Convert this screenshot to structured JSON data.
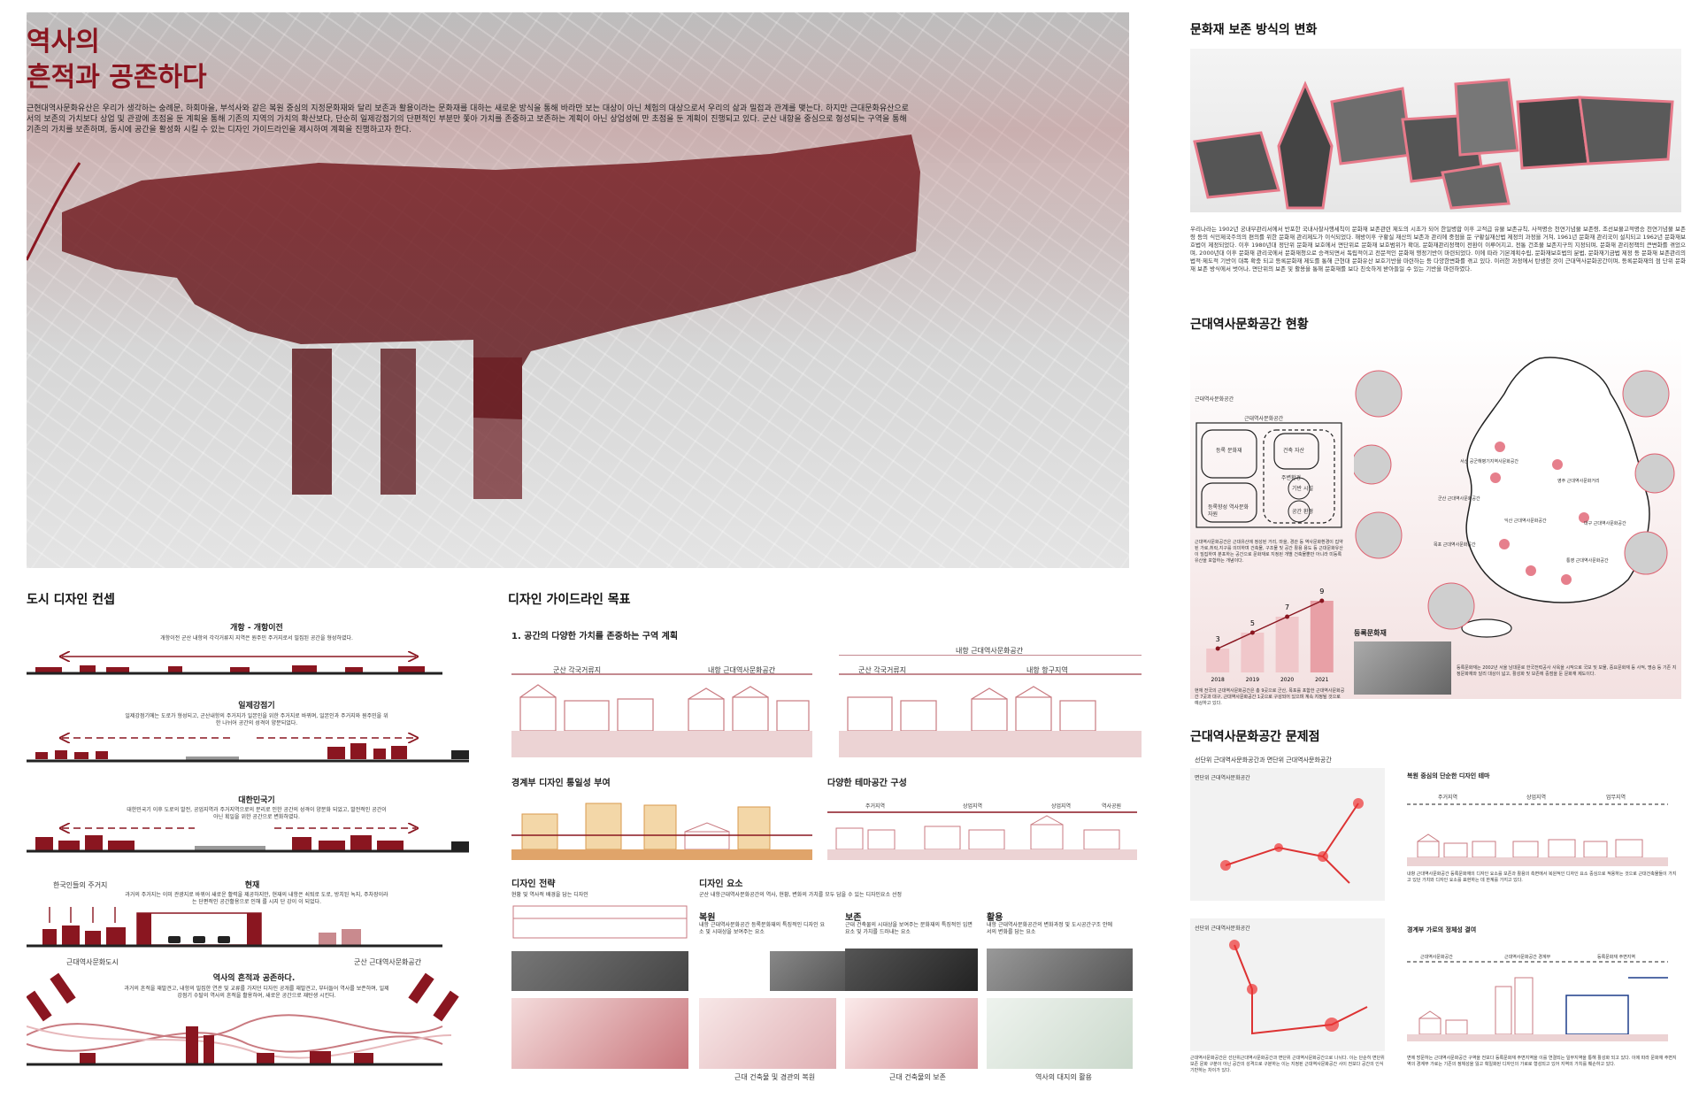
{
  "hero": {
    "title_line1": "역사의",
    "title_line2": "흔적과 공존하다",
    "description": "근현대역사문화유산은 우리가 생각하는 숭례문, 하회마을, 부석사와 같은 복원 중심의 지정문화재와 달리 보존과 활용이라는 문화재를 대하는 새로운 방식을 통해 바라만 보는 대상이 아닌 체험의 대상으로서 우리의 삶과 밀접과 관계를 맺는다. 하지만 근대문화유산으로서의 보존의 가치보다 상업 및 관광에 초점을 둔 계획을 통해 기존의 지역의 가치의 확산보다, 단순히 일제강점기의 단편적인 부분만 쫓아 가치를 존중하고 보존하는 계획이 아닌 상업성에 만 초점을 둔 계획이 진행되고 있다. 군산 내항을 중심으로 형성되는 구역을 통해 기존의 가치를 보존하며, 동시에 공간을 활성화 시킬 수 있는 디자인 가이드라인을 제시하여 계획을 진행하고자 한다."
  },
  "urban_concept": {
    "title": "도시 디자인 컨셉",
    "eras": [
      {
        "label": "개항 - 개항이전",
        "text": "개항이전 군산 내항의 각각거류지 지역은 원주민 주거지로서 밀집된 공간을 형성하였다."
      },
      {
        "label": "일제강점기",
        "text": "일제강점기에는 도로가 형성되고, 군산내항의 주거지가 일본인을 위한 주거지로 바뀌며, 일본인과 주거지와 원주민을 위한 나뉘어 공간의 성격이 양분되었다."
      },
      {
        "label": "대한민국기",
        "text": "대한민국기 이후 도로의 발전, 공업지역과 주거지역으로의 분리로 인한 공간의 성격이 양분화 되었고, 발전적인 공간이 아닌 획일을 위한 공간으로 변화하였다."
      },
      {
        "label": "현재",
        "text": "과거의 주거지는 이미 관광지로 바뀌어 새로운 활력을 제공하지만, 현재의 내항은 쇠퇴로 도로, 방치된 녹지, 주차장이라는 단편적인 공간활용으로 인해 를 시지 단 강이 이 되었다."
      },
      {
        "label": "역사의 흔적과 공존하다.",
        "text": "과거의 흔적을 재발견고, 내항의 밀집한 연관 및 교류를 가지던 디자인 공개를 재발견고, 부터들어 역사를 보존하며, 일제강점기 수탈의 역사의 흔적을 활용하여, 새로운 공간으로 재탄생 시킨다."
      }
    ],
    "labels": {
      "korean_residence": "한국인들의 주거지",
      "modern_city": "근대역사문화도시",
      "modern_space": "군산 근대역사문화공간"
    }
  },
  "guideline": {
    "title": "디자인 가이드라인 목표",
    "subtitle": "1. 공간의 다양한 가치를 존중하는 구역 계획",
    "zones": {
      "gunsan_settlement": "군산 각국거류지",
      "naehang_space": "내항 근대역사문화공간",
      "naehang_top": "내항 근대역사문화공간",
      "gunsan_settlement_2": "군산 각국거류지",
      "naehang_port": "내항 항구지역"
    },
    "boundary_title": "경계부 디자인 통일성 부여",
    "theme_title": "다양한 테마공간 구성",
    "theme_tags": [
      "주거지역",
      "상업지역",
      "상업지역",
      "역사공원"
    ],
    "strategy_title": "디자인 전략",
    "strategy_sub": "현황 및 역사적 배경을 담는 디자인",
    "elements_title": "디자인 요소",
    "elements_sub": "군산 내항근대역사문화공간의 역사, 현황, 변화의 가치를 모두 담을 수 있는 디자인요소 선정",
    "restore_title": "복원",
    "restore_text": "내항 근대역사문화공간 등록문화재의 특징적인 디자인 요소 및 시대상을 보여주는 요소",
    "preserve_title": "보존",
    "preserve_text": "근대 건축물의 시대상을 보여주는 문화재의 특징적인 입면 요소 및 가치를 드러내는 요소",
    "utilize_title": "활용",
    "utilize_text": "내항 근대역사문화공간의 변화과정 및 도시공간구조 안에서의 변화를 담는 요소",
    "captions": {
      "restore": "근대 건축물 및 경관의 복원",
      "preserve": "근대 건축물의 보존",
      "utilize": "역사의 대지의 활용"
    }
  },
  "heritage_change": {
    "title": "문화재 보존 방식의 변화",
    "text": "우리나라는 1902년 궁내부관리서에서 반포한 국내사찰사행세칙이 문화재 보존관련 제도의 시초가 되어 한일병합 이후 고적급 유물 보존규칙, 사적명승 천연기념물 보존령, 조선보물고적명승 천연기념물 보존령 등의 식민제국주의의 편의를 위한 문화재 관리제도가 이식되었다. 해방이후 구황실 재산의 보존과 관리에 중점을 둔 구황실재산법 제정의 과정을 거쳐, 1961년 문화재 관리국이 설치되고 1962년 문화재보호법이 제정되었다. 이후 1980년대 정단위 문화재 보호에서 면단위로 문화재 보호범위가 확대, 문화재관리정책이 전환이 이루어지고, 전통 건조물 보존지구의 지정되며, 문화재 관리정책의 큰변화를 겪었으며, 2000년대 이후 문화재 관리국에서 문화재청으로 승격되면서 독립적이고 전문적인 문화재 행정기반이 마련되었다. 이에 따라 기본계획수립, 문화재보호법의 분법, 문화재기금법 제정 등 문화재 보존관리의 법적·제도적 기반이 대폭 확충 되고 등록문화재 제도를 통해 근현대 문화유산 보호기반을 마련하는 등 다양한변화를 겪고 있다. 이러한 과정에서 탄생한 것이 근대역사문화공간이며, 등록문화재의 점 단위 문화재 보존 방식에서 벗어나, 면단위의 보존 및 활용을 통해 문화재를 보다 친숙하게 받아들일 수 있는 기반을 마련하였다."
  },
  "status": {
    "title": "근대역사문화공간 현황",
    "diagram_label": "근대역사문화공간",
    "diagram_inner": "근대역사문화공간",
    "boxes": [
      "등록 문화재",
      "건축 자산",
      "등록향성 역사문화자원",
      "주변환경",
      "기반 시설",
      "공간 환경"
    ],
    "desc": "근대역사문화공간은 근대유산에 정성된 거리, 마을, 경관 등 역사문화환경이 집약된 가로,취락,지구를 의미하며 건축물, 구조물 및 공간 활용 용도 등 근대문화유산이 밀집하여 분포하는 공간으로 문화재로 지정된 개별 건축물뿐만 아니라 미등록 유산을 포함하는 개념이다.",
    "bars": [
      {
        "year": "2018",
        "value": 3
      },
      {
        "year": "2019",
        "value": 5
      },
      {
        "year": "2020",
        "value": 7
      },
      {
        "year": "2021",
        "value": 9
      }
    ],
    "bar_desc": "현재 전국의 근대역사문화공간은 총 9곳으로 군산, 목포를 포함한 근대역사문화공간 7곳과 대구, 근대역사문화공간 1곳으로 구성되어 있으며 계속 지정될 것으로 예상하고 있다.",
    "registered_title": "등록문화재",
    "registered_text": "등록문화재는 2002년 서울 남대문로 한국전력공사 사옥을 시작으로 국보 및 보물, 중요문화재 등 사적, 명승 등 기존 지정문화재와 달리 대상이 넓고, 활성화 및 보존에 중점을 둔 문화재 제도이다.",
    "map_labels": [
      "서산 공군해병기지역사문화공간",
      "군산 근대역사문화공간",
      "영주 근대역사문화거리",
      "목포 근대역사문화공간",
      "대구 근대역사문화공간",
      "익산 근대역사문화공간",
      "통영 근대역사문화공간"
    ]
  },
  "issues": {
    "title": "근대역사문화공간 문제점",
    "sub": "선단위 근대역사문화공간과 면단위 근대역사문화공간",
    "face_label": "면단위 근대역사문화공간",
    "line_label": "선단위 근대역사문화공간",
    "design_title": "복원 중심의 단순한 디자인 테마",
    "axis_labels": [
      "주거지역",
      "상업지역",
      "업무지역"
    ],
    "boundary_title": "경계부 가로의 정체성 결여",
    "boundary_labels": [
      "근대역사문화공간",
      "근대역사문화공간 경계부",
      "등록문화재 주변지역"
    ],
    "bottom_left": "근대역사문화공간은 선단위근대역사문화공간과 면단위 근대역사문화공간으로 나뉘다. 이는 단순히 면단위 보존 문화 구분이 아닌 공간의 성격으로 구분하는 이는 지정된 근대역사문화공간 사이 전보다 공간의 인식 기반하는 차이가 있다.",
    "mid_text": "내항 근대역사문화공간 등록문화재의 디자인 요소를 보존과 활용의 측면에서 복원적인 디자인 요소 중심으로 적용하는 것으로 근대건축물들이 가지고 있던 가치와 디자인 요소를 표현하는 데 한계를 가지고 있다.",
    "bottom_right": "면에 방문하는 근대역사문화공간 구역을 전보다 등록문화재 주변지역을 이를 연결되는 일부지역을 통해 활성화 되고 있다. 이에 따라 문화재 주변지역의 경계부 가로는 기존의 정체성을 잃고 획일화된 디자인의 가로로 형성되고 있어 지역의 가치를 훼손하고 있다."
  },
  "colors": {
    "accent": "#8a1620",
    "accent_light": "#c97a80",
    "pink": "#e7b8bb"
  }
}
